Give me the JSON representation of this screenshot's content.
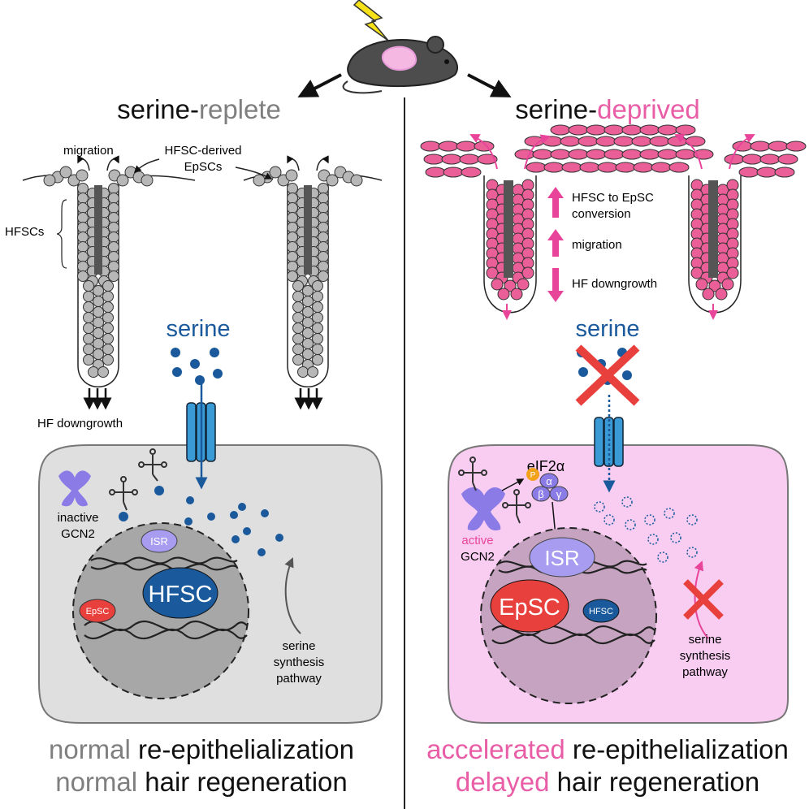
{
  "colors": {
    "gray_cell": "#b7b7b8",
    "pink_cell": "#ea5f98",
    "serine_blue": "#1a5a9c",
    "gcn2_purple": "#8b7be6",
    "cell_gray_bg": "#dfdfe0",
    "cell_pink_bg": "#f8cdf1",
    "nucleus_gray": "#a7a7a8",
    "nucleus_pink": "#c7a3c2",
    "red_x": "#e8403c",
    "epsc_red": "#e8403c"
  },
  "left": {
    "title_a": "serine-",
    "title_b": "replete",
    "migration": "migration",
    "hfsc_derived": "HFSC-derived",
    "epscs": "EpSCs",
    "hfscs": "HFSCs",
    "hf_downgrowth": "HF downgrowth",
    "serine": "serine",
    "inactive": "inactive",
    "gcn2": "GCN2",
    "isr": "ISR",
    "hfsc": "HFSC",
    "epsc": "EpSC",
    "synth1": "serine",
    "synth2": "synthesis",
    "synth3": "pathway",
    "cap1_a": "normal",
    "cap1_b": " re-epithelialization",
    "cap2_a": "normal",
    "cap2_b": " hair regeneration"
  },
  "right": {
    "title_a": "serine-",
    "title_b": "deprived",
    "conv1": "HFSC to EpSC",
    "conv2": "conversion",
    "migration": "migration",
    "hf_downgrowth": "HF downgrowth",
    "serine": "serine",
    "eif": "eIF2α",
    "p": "P",
    "alpha": "α",
    "beta": "β",
    "gamma": "γ",
    "active": "active",
    "gcn2": "GCN2",
    "isr": "ISR",
    "epsc": "EpSC",
    "hfsc": "HFSC",
    "synth1": "serine",
    "synth2": "synthesis",
    "synth3": "pathway",
    "cap1_a": "accelerated",
    "cap1_b": " re-epithelialization",
    "cap2_a": "delayed",
    "cap2_b": " hair regeneration"
  }
}
